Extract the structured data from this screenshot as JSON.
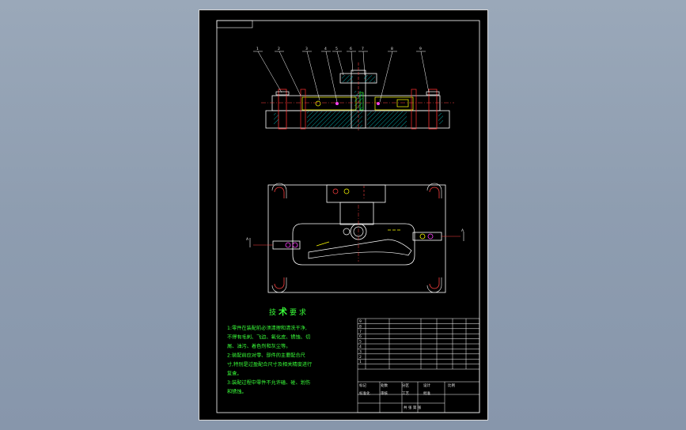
{
  "drawing": {
    "leaders": [
      "1",
      "2",
      "3",
      "4",
      "5",
      "6",
      "7",
      "8",
      "9"
    ],
    "section_marks": {
      "left": "A",
      "right": "A"
    },
    "tech_requirements": {
      "title_left": "技",
      "title_mid": "术",
      "title_right": "要 求",
      "lines": [
        "1:零件在装配前必须清理和清洗干净,",
        "不得有毛刺、飞边、氧化皮、锈蚀、切",
        "屑、油污、着色剂和灰尘等。",
        "2:装配前应对零、部件的主要配合尺",
        "寸,特别是过盈配合尺寸及相关精度进行",
        "复查。",
        "3:装配过程中零件不允许磕、碰、划伤",
        "和锈蚀。"
      ]
    }
  },
  "title_block": {
    "row_numbers": [
      "9",
      "8",
      "7",
      "6",
      "5",
      "4",
      "3",
      "2",
      "1"
    ],
    "labels": [
      "标记",
      "处数",
      "分区",
      "设计",
      "标准化",
      "审核",
      "工艺",
      "批准"
    ],
    "scale_label": "比例",
    "sheet_label": "共 张 第 张"
  }
}
